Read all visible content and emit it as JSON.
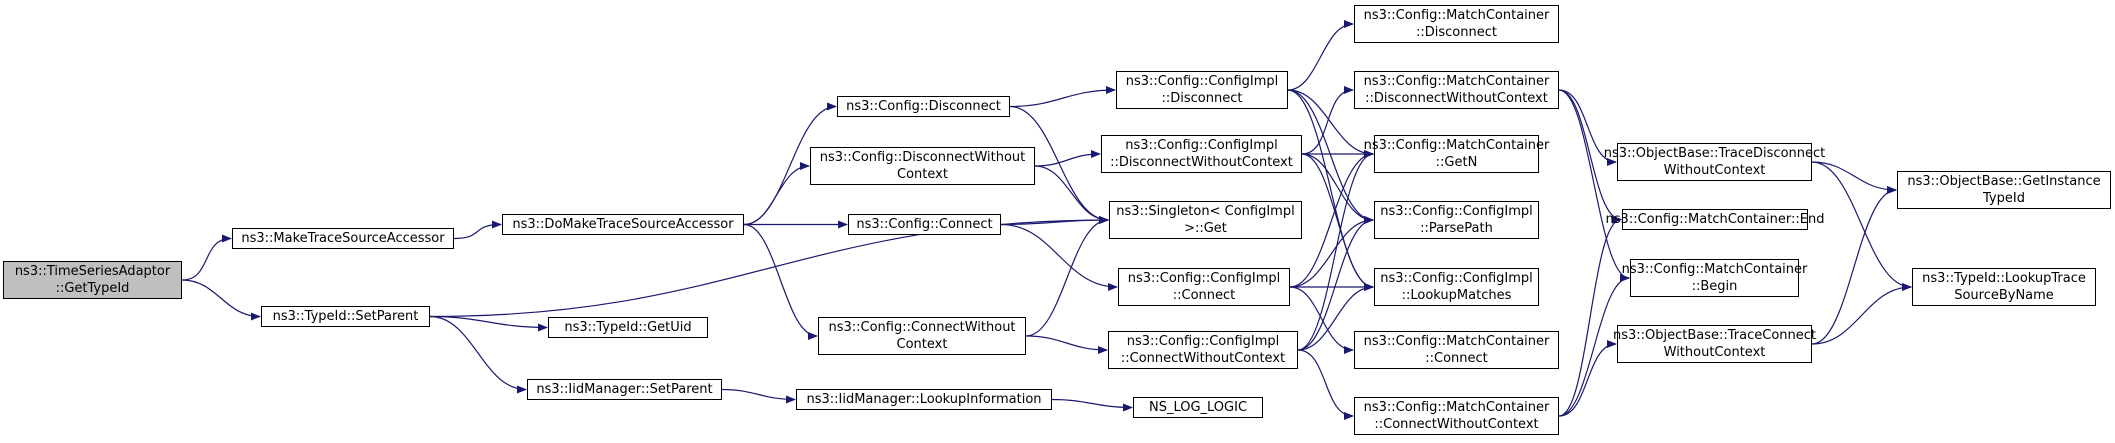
{
  "colors": {
    "edge": "#191970",
    "root_fill": "#bfbfbf",
    "node_fill": "#ffffff",
    "node_border": "#000000"
  },
  "nodes": [
    {
      "id": "n1",
      "lines": [
        "ns3::TimeSeriesAdaptor",
        "::GetTypeId"
      ],
      "root": true
    },
    {
      "id": "n2",
      "lines": [
        "ns3::MakeTraceSourceAccessor"
      ]
    },
    {
      "id": "n3",
      "lines": [
        "ns3::TypeId::SetParent"
      ]
    },
    {
      "id": "n4",
      "lines": [
        "ns3::DoMakeTraceSourceAccessor"
      ]
    },
    {
      "id": "n5",
      "lines": [
        "ns3::Config::Disconnect"
      ]
    },
    {
      "id": "n6",
      "lines": [
        "ns3::Config::DisconnectWithout",
        "Context"
      ]
    },
    {
      "id": "n7",
      "lines": [
        "ns3::Config::Connect"
      ]
    },
    {
      "id": "n8",
      "lines": [
        "ns3::Config::ConnectWithout",
        "Context"
      ]
    },
    {
      "id": "n9",
      "lines": [
        "ns3::TypeId::GetUid"
      ]
    },
    {
      "id": "n10",
      "lines": [
        "ns3::IidManager::SetParent"
      ]
    },
    {
      "id": "n11",
      "lines": [
        "ns3::IidManager::LookupInformation"
      ]
    },
    {
      "id": "n12",
      "lines": [
        "ns3::Config::ConfigImpl",
        "::Disconnect"
      ]
    },
    {
      "id": "n13",
      "lines": [
        "ns3::Config::ConfigImpl",
        "::DisconnectWithoutContext"
      ]
    },
    {
      "id": "n14",
      "lines": [
        "ns3::Singleton< ConfigImpl",
        " >::Get"
      ]
    },
    {
      "id": "n15",
      "lines": [
        "ns3::Config::ConfigImpl",
        "::Connect"
      ]
    },
    {
      "id": "n16",
      "lines": [
        "ns3::Config::ConfigImpl",
        "::ConnectWithoutContext"
      ]
    },
    {
      "id": "n17",
      "lines": [
        "NS_LOG_LOGIC"
      ]
    },
    {
      "id": "n18",
      "lines": [
        "ns3::Config::MatchContainer",
        "::Disconnect"
      ]
    },
    {
      "id": "n19",
      "lines": [
        "ns3::Config::MatchContainer",
        "::DisconnectWithoutContext"
      ]
    },
    {
      "id": "n20",
      "lines": [
        "ns3::Config::MatchContainer",
        "::GetN"
      ]
    },
    {
      "id": "n21",
      "lines": [
        "ns3::Config::ConfigImpl",
        "::ParsePath"
      ]
    },
    {
      "id": "n22",
      "lines": [
        "ns3::Config::ConfigImpl",
        "::LookupMatches"
      ]
    },
    {
      "id": "n23",
      "lines": [
        "ns3::Config::MatchContainer",
        "::Connect"
      ]
    },
    {
      "id": "n24",
      "lines": [
        "ns3::Config::MatchContainer",
        "::ConnectWithoutContext"
      ]
    },
    {
      "id": "n25",
      "lines": [
        "ns3::ObjectBase::TraceDisconnect",
        "WithoutContext"
      ]
    },
    {
      "id": "n26",
      "lines": [
        "ns3::Config::MatchContainer::End"
      ]
    },
    {
      "id": "n27",
      "lines": [
        "ns3::Config::MatchContainer",
        "::Begin"
      ]
    },
    {
      "id": "n28",
      "lines": [
        "ns3::ObjectBase::TraceConnect",
        "WithoutContext"
      ]
    },
    {
      "id": "n29",
      "lines": [
        "ns3::ObjectBase::GetInstance",
        "TypeId"
      ]
    },
    {
      "id": "n30",
      "lines": [
        "ns3::TypeId::LookupTrace",
        "SourceByName"
      ]
    }
  ],
  "edges": [
    [
      "n1",
      "n2"
    ],
    [
      "n1",
      "n3"
    ],
    [
      "n2",
      "n4"
    ],
    [
      "n3",
      "n14"
    ],
    [
      "n3",
      "n9"
    ],
    [
      "n3",
      "n10"
    ],
    [
      "n4",
      "n5"
    ],
    [
      "n4",
      "n6"
    ],
    [
      "n4",
      "n7"
    ],
    [
      "n4",
      "n8"
    ],
    [
      "n5",
      "n12"
    ],
    [
      "n5",
      "n14"
    ],
    [
      "n6",
      "n13"
    ],
    [
      "n6",
      "n14"
    ],
    [
      "n7",
      "n14"
    ],
    [
      "n7",
      "n15"
    ],
    [
      "n8",
      "n14"
    ],
    [
      "n8",
      "n16"
    ],
    [
      "n10",
      "n11"
    ],
    [
      "n11",
      "n17"
    ],
    [
      "n12",
      "n18"
    ],
    [
      "n12",
      "n20"
    ],
    [
      "n12",
      "n21"
    ],
    [
      "n12",
      "n22"
    ],
    [
      "n13",
      "n19"
    ],
    [
      "n13",
      "n20"
    ],
    [
      "n13",
      "n21"
    ],
    [
      "n13",
      "n22"
    ],
    [
      "n15",
      "n20"
    ],
    [
      "n15",
      "n21"
    ],
    [
      "n15",
      "n22"
    ],
    [
      "n15",
      "n23"
    ],
    [
      "n16",
      "n20"
    ],
    [
      "n16",
      "n21"
    ],
    [
      "n16",
      "n22"
    ],
    [
      "n16",
      "n24"
    ],
    [
      "n19",
      "n25"
    ],
    [
      "n19",
      "n26"
    ],
    [
      "n19",
      "n27"
    ],
    [
      "n24",
      "n26"
    ],
    [
      "n24",
      "n27"
    ],
    [
      "n24",
      "n28"
    ],
    [
      "n25",
      "n29"
    ],
    [
      "n25",
      "n30"
    ],
    [
      "n28",
      "n29"
    ],
    [
      "n28",
      "n30"
    ]
  ]
}
